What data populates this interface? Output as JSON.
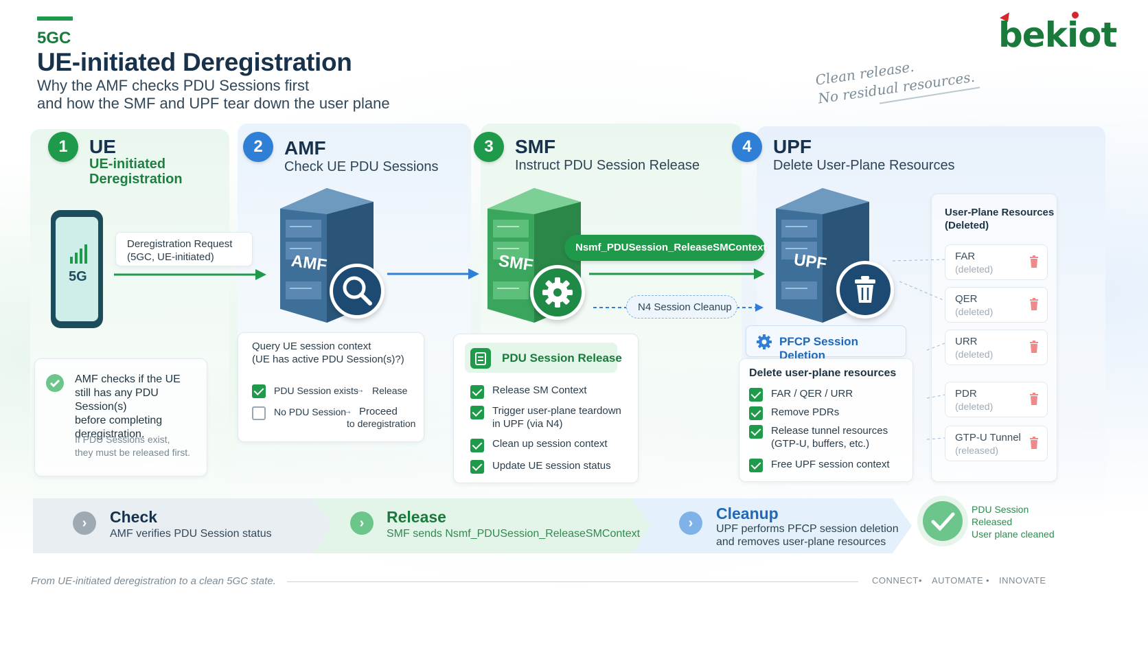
{
  "header": {
    "tag": "5GC",
    "title": "UE-initiated Deregistration",
    "subtitle_line1": "Why the AMF checks PDU Sessions first",
    "subtitle_line2": "and how the SMF and UPF tear down the user plane"
  },
  "logo": {
    "text": "bekiot"
  },
  "hand_note": {
    "line1": "Clean release.",
    "line2": "No residual resources."
  },
  "steps": [
    {
      "num": "1",
      "name": "UE",
      "sub1": "UE-initiated",
      "sub2": "Deregistration"
    },
    {
      "num": "2",
      "name": "AMF",
      "sub1": "Check UE PDU Sessions"
    },
    {
      "num": "3",
      "name": "SMF",
      "sub1": "Instruct PDU Session Release"
    },
    {
      "num": "4",
      "name": "UPF",
      "sub1": "Delete User-Plane Resources"
    }
  ],
  "ue": {
    "phone_label": "5G",
    "request_line1": "Deregistration Request",
    "request_line2": "(5GC, UE-initiated)",
    "check_text": [
      "AMF checks if the UE",
      "still has any PDU Session(s)",
      "before completing",
      "deregistration."
    ],
    "note": [
      "If PDU Sessions exist,",
      "they must be released first."
    ]
  },
  "amf": {
    "server_label": "AMF",
    "query_line1": "Query UE session context",
    "query_line2": "(UE has active PDU Session(s)?)",
    "opt1_label": "PDU Session exists",
    "opt1_result": "Release",
    "opt2_label": "No PDU Session",
    "opt2_result_line1": "Proceed",
    "opt2_result_line2": "to deregistration"
  },
  "smf": {
    "server_label": "SMF",
    "message": "Nsmf_PDUSession_ReleaseSMContext",
    "n4_label": "N4 Session Cleanup",
    "card_title": "PDU Session Release",
    "items": [
      "Release SM Context",
      "Trigger user-plane teardown",
      "in UPF (via N4)",
      "Clean up session context",
      "Update UE session status"
    ]
  },
  "upf": {
    "server_label": "UPF",
    "pfcp_label": "PFCP Session Deletion",
    "card_title": "Delete user-plane resources",
    "items": [
      "FAR / QER / URR",
      "Remove PDRs",
      "Release tunnel resources",
      "(GTP-U, buffers, etc.)",
      "Free UPF session context"
    ]
  },
  "resources": {
    "title_line1": "User-Plane Resources",
    "title_line2": "(Deleted)",
    "list": [
      {
        "name": "FAR",
        "status": "(deleted)"
      },
      {
        "name": "QER",
        "status": "(deleted)"
      },
      {
        "name": "URR",
        "status": "(deleted)"
      },
      {
        "name": "PDR",
        "status": "(deleted)"
      },
      {
        "name": "GTP-U Tunnel",
        "status": "(released)"
      }
    ]
  },
  "summary": [
    {
      "title": "Check",
      "desc1": "AMF verifies PDU Session status"
    },
    {
      "title": "Release",
      "desc1": "SMF sends Nsmf_PDUSession_ReleaseSMContext"
    },
    {
      "title": "Cleanup",
      "desc1": "UPF performs PFCP session deletion",
      "desc2": "and removes user-plane resources"
    }
  ],
  "final": {
    "line1": "PDU Session",
    "line2": "Released",
    "line3": "User plane cleaned"
  },
  "footer": {
    "tagline": "From UE-initiated deregistration to a clean 5GC state.",
    "words": [
      "CONNECT",
      "AUTOMATE",
      "INNOVATE"
    ]
  },
  "colors": {
    "green": "#1f9a4a",
    "blue": "#2f7fd6",
    "navy": "#17324a"
  }
}
